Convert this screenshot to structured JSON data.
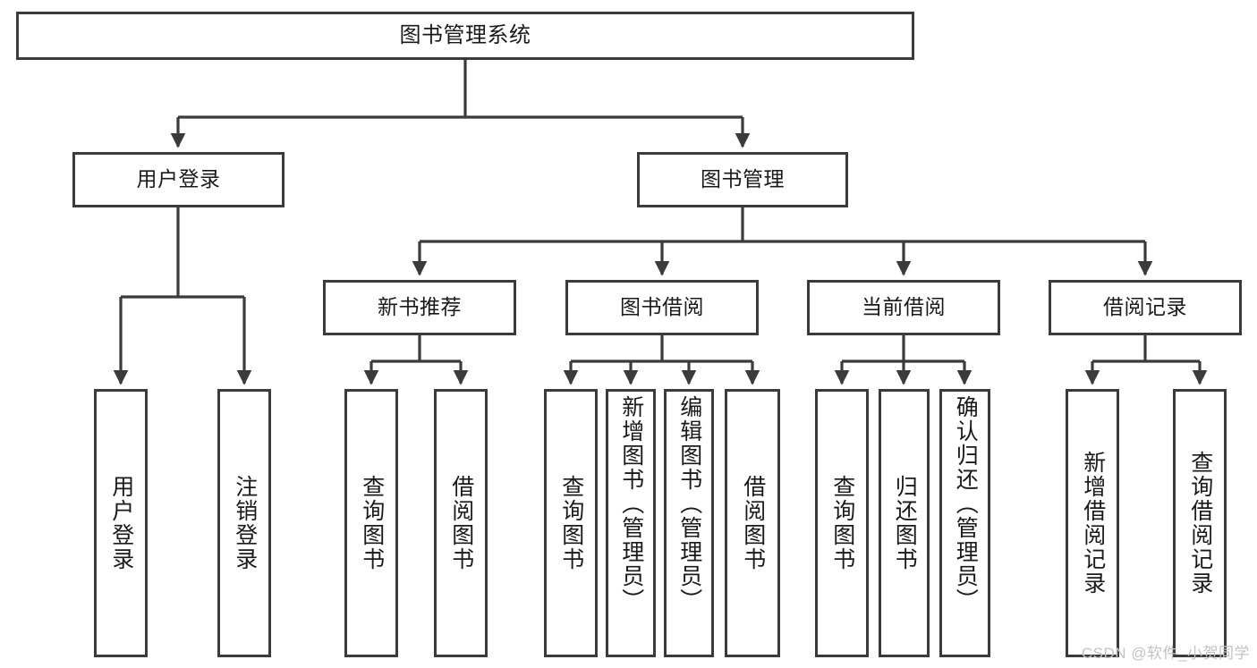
{
  "diagram": {
    "type": "tree-hierarchy-chart",
    "title": "图书管理系统",
    "colors": {
      "box_border": "#3b3b3b",
      "box_fill": "#ffffff",
      "connector": "#3b3b3b",
      "text": "#1a1a1a",
      "watermark": "#c3c3c3",
      "background": "#ffffff"
    },
    "nodes": {
      "root": {
        "label": "图书管理系统"
      },
      "level2": [
        {
          "label": "用户登录"
        },
        {
          "label": "图书管理"
        }
      ],
      "level3": [
        {
          "label": "新书推荐"
        },
        {
          "label": "图书借阅"
        },
        {
          "label": "当前借阅"
        },
        {
          "label": "借阅记录"
        }
      ],
      "leaves": {
        "user_login": [
          {
            "label": "用户登录"
          },
          {
            "label": "注销登录"
          }
        ],
        "new_book_recommend": [
          {
            "label": "查询图书"
          },
          {
            "label": "借阅图书"
          }
        ],
        "book_borrow": [
          {
            "label": "查询图书"
          },
          {
            "label": "新增图书（管理员）"
          },
          {
            "label": "编辑图书（管理员）"
          },
          {
            "label": "借阅图书"
          }
        ],
        "current_borrow": [
          {
            "label": "查询图书"
          },
          {
            "label": "归还图书"
          },
          {
            "label": "确认归还（管理员）"
          }
        ],
        "borrow_record": [
          {
            "label": "新增借阅记录"
          },
          {
            "label": "查询借阅记录"
          }
        ]
      }
    }
  },
  "watermark": {
    "text": "CSDN @软件_小贺同学"
  }
}
